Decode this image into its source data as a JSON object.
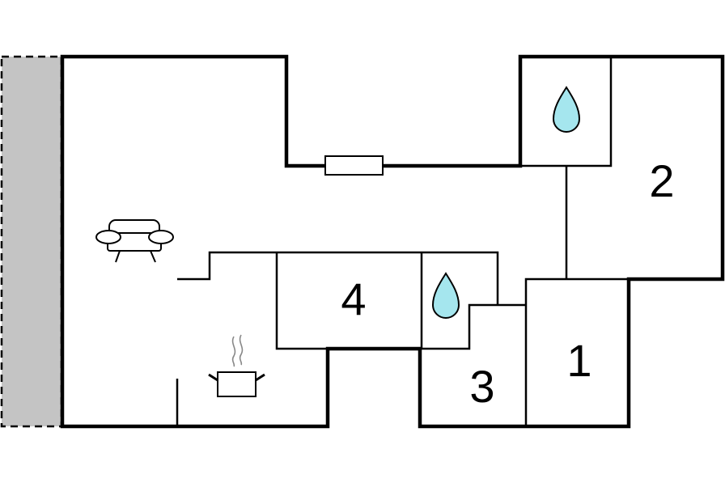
{
  "floorplan": {
    "rooms": [
      {
        "id": "room-1",
        "label": "1"
      },
      {
        "id": "room-2",
        "label": "2"
      },
      {
        "id": "room-3",
        "label": "3"
      },
      {
        "id": "room-4",
        "label": "4"
      }
    ],
    "icons": [
      "sofa-icon",
      "cooking-pot-icon",
      "water-drop-icon",
      "water-drop-icon",
      "window-icon"
    ],
    "colors": {
      "wall": "#000000",
      "terrace": "#c4c4c4",
      "water": "#a5e6ee",
      "background": "#ffffff"
    }
  }
}
